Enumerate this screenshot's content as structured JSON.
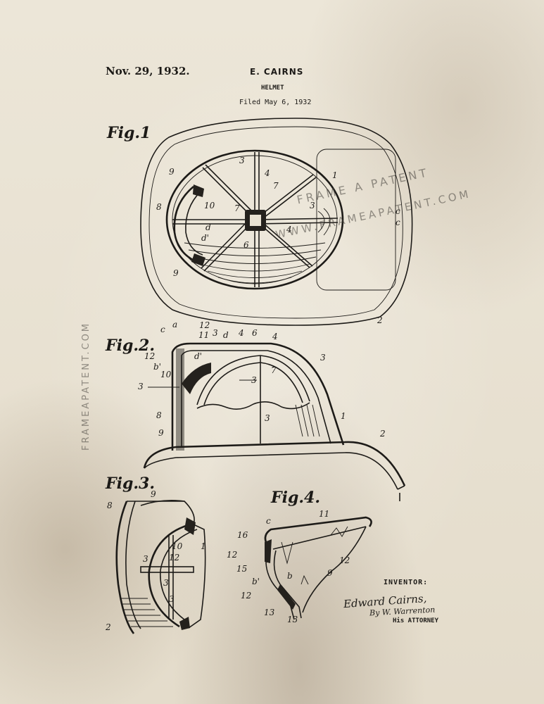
{
  "header": {
    "date": "Nov. 29, 1932.",
    "inventor": "E. CAIRNS",
    "title": "HELMET",
    "filed": "Filed May 6, 1932"
  },
  "figures": {
    "fig1": "Fig.1",
    "fig2": "Fig.2.",
    "fig3": "Fig.3.",
    "fig4": "Fig.4."
  },
  "watermark": {
    "brand": "FRAME A PATENT",
    "url": "WWW.FRAMEAPATENT.COM",
    "side": "FRAMEAPATENT.COM"
  },
  "inventor_block": {
    "label": "INVENTOR:",
    "signature": "Edward Cairns,",
    "by": "By W. Warrenton",
    "attorney": "His ATTORNEY"
  },
  "reference_numerals": {
    "fig1": [
      "3",
      "4",
      "1",
      "9",
      "7",
      "8",
      "10",
      "7",
      "3",
      "d",
      "d'",
      "6",
      "4",
      "9",
      "2",
      "c"
    ],
    "fig2": [
      "c",
      "a",
      "12",
      "3",
      "4",
      "6",
      "4",
      "11",
      "d",
      "b'",
      "12",
      "10",
      "3",
      "3",
      "7",
      "8",
      "9",
      "3",
      "1",
      "2",
      "3"
    ],
    "fig3": [
      "9",
      "8",
      "10",
      "1",
      "12",
      "3",
      "3",
      "3",
      "2"
    ],
    "fig4": [
      "c",
      "11",
      "16",
      "12",
      "15",
      "b",
      "b'",
      "12",
      "12",
      "9",
      "13",
      "13"
    ]
  },
  "colors": {
    "paper": "#e9e2d3",
    "ink": "#1d1b18",
    "watermark": "#46413c"
  }
}
